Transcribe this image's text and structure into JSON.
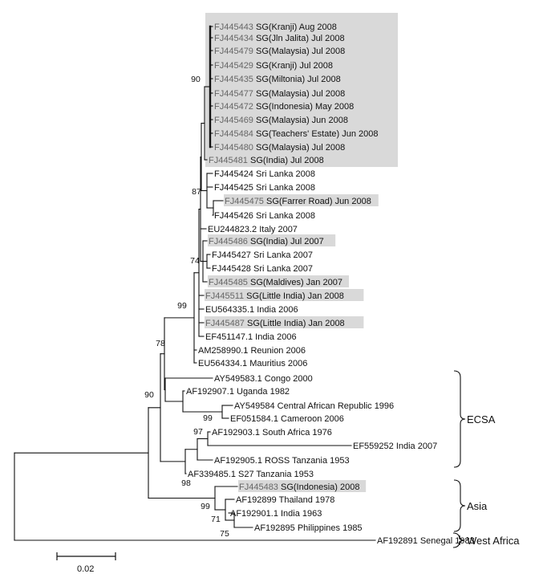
{
  "colors": {
    "highlight": "#d9d9d9",
    "line": "#111111",
    "text": "#111111",
    "highlight_accession": "#666666"
  },
  "leaves": [
    {
      "id": "FJ445443",
      "acc": "FJ445443",
      "label": "SG(Kranji) Aug 2008",
      "hl": true
    },
    {
      "id": "FJ445434",
      "acc": "FJ445434",
      "label": "SG(Jln Jalita) Jul 2008",
      "hl": true
    },
    {
      "id": "FJ445479",
      "acc": "FJ445479",
      "label": "SG(Malaysia) Jul 2008",
      "hl": true
    },
    {
      "id": "FJ445429",
      "acc": "FJ445429",
      "label": "SG(Kranji) Jul 2008",
      "hl": true
    },
    {
      "id": "FJ445435",
      "acc": "FJ445435",
      "label": "SG(Miltonia) Jul 2008",
      "hl": true
    },
    {
      "id": "FJ445477",
      "acc": "FJ445477",
      "label": "SG(Malaysia) Jul 2008",
      "hl": true
    },
    {
      "id": "FJ445472",
      "acc": "FJ445472",
      "label": "SG(Indonesia) May 2008",
      "hl": true
    },
    {
      "id": "FJ445469",
      "acc": "FJ445469",
      "label": "SG(Malaysia) Jun 2008",
      "hl": true
    },
    {
      "id": "FJ445484",
      "acc": "FJ445484",
      "label": "SG(Teachers' Estate) Jun 2008",
      "hl": true
    },
    {
      "id": "FJ445480",
      "acc": "FJ445480",
      "label": "SG(Malaysia) Jul 2008",
      "hl": true
    },
    {
      "id": "FJ445481",
      "acc": "FJ445481",
      "label": "SG(India) Jul 2008",
      "hl": true
    },
    {
      "id": "FJ445424",
      "acc": "FJ445424",
      "label": "Sri Lanka 2008",
      "hl": false
    },
    {
      "id": "FJ445425",
      "acc": "FJ445425",
      "label": "Sri Lanka 2008",
      "hl": false
    },
    {
      "id": "FJ445475",
      "acc": "FJ445475",
      "label": "SG(Farrer Road) Jun 2008",
      "hl": true
    },
    {
      "id": "FJ445426",
      "acc": "FJ445426",
      "label": "Sri Lanka 2008",
      "hl": false
    },
    {
      "id": "EU244823",
      "acc": "EU244823.2",
      "label": "Italy 2007",
      "hl": false
    },
    {
      "id": "FJ445486",
      "acc": "FJ445486",
      "label": "SG(India) Jul 2007",
      "hl": true
    },
    {
      "id": "FJ445427",
      "acc": "FJ445427",
      "label": "Sri Lanka 2007",
      "hl": false
    },
    {
      "id": "FJ445428",
      "acc": "FJ445428",
      "label": "Sri Lanka 2007",
      "hl": false
    },
    {
      "id": "FJ445485",
      "acc": "FJ445485",
      "label": "SG(Maldives) Jan 2007",
      "hl": true
    },
    {
      "id": "FJ445511",
      "acc": "FJ445511",
      "label": "SG(Little India) Jan 2008",
      "hl": true
    },
    {
      "id": "EU564335",
      "acc": "EU564335.1",
      "label": "India 2006",
      "hl": false
    },
    {
      "id": "FJ445487",
      "acc": "FJ445487",
      "label": "SG(Little India) Jan 2008",
      "hl": true
    },
    {
      "id": "EF451147",
      "acc": "EF451147.1",
      "label": "India 2006",
      "hl": false
    },
    {
      "id": "AM258990",
      "acc": "AM258990.1",
      "label": "Reunion 2006",
      "hl": false
    },
    {
      "id": "EU564334",
      "acc": "EU564334.1",
      "label": "Mauritius 2006",
      "hl": false
    },
    {
      "id": "AY549583",
      "acc": "AY549583.1",
      "label": "Congo 2000",
      "hl": false
    },
    {
      "id": "AF192907",
      "acc": "AF192907.1",
      "label": "Uganda 1982",
      "hl": false
    },
    {
      "id": "AY549584",
      "acc": "AY549584",
      "label": "Central African Republic 1996",
      "hl": false
    },
    {
      "id": "EF051584",
      "acc": "EF051584.1",
      "label": "Cameroon 2006",
      "hl": false
    },
    {
      "id": "AF192903",
      "acc": "AF192903.1",
      "label": "South Africa 1976",
      "hl": false
    },
    {
      "id": "EF559252",
      "acc": "EF559252",
      "label": "India 2007",
      "hl": false
    },
    {
      "id": "AF192905",
      "acc": "AF192905.1",
      "label": "ROSS Tanzania 1953",
      "hl": false
    },
    {
      "id": "AF339485",
      "acc": "AF339485.1",
      "label": "S27 Tanzania 1953",
      "hl": false
    },
    {
      "id": "FJ445483",
      "acc": "FJ445483",
      "label": "SG(Indonesia) 2008",
      "hl": true
    },
    {
      "id": "AF192899",
      "acc": "AF192899",
      "label": "Thailand 1978",
      "hl": false
    },
    {
      "id": "AF192901",
      "acc": "AF192901.1",
      "label": "India 1963",
      "hl": false
    },
    {
      "id": "AF192895",
      "acc": "AF192895",
      "label": "Philippines 1985",
      "hl": false
    },
    {
      "id": "AF192891",
      "acc": "AF192891",
      "label": "Senegal 1983",
      "hl": false
    }
  ],
  "bootstrap": [
    {
      "node": "n90a",
      "value": "90"
    },
    {
      "node": "n87",
      "value": "87"
    },
    {
      "node": "n74",
      "value": "74"
    },
    {
      "node": "n99a",
      "value": "99"
    },
    {
      "node": "n78",
      "value": "78"
    },
    {
      "node": "n90b",
      "value": "90"
    },
    {
      "node": "n99b",
      "value": "99"
    },
    {
      "node": "n97",
      "value": "97"
    },
    {
      "node": "n98",
      "value": "98"
    },
    {
      "node": "n99c",
      "value": "99"
    },
    {
      "node": "n71",
      "value": "71"
    },
    {
      "node": "n75",
      "value": "75"
    }
  ],
  "clades": [
    {
      "id": "ecsa",
      "label": "ECSA",
      "from": "AY549583",
      "to": "AF339485"
    },
    {
      "id": "asia",
      "label": "Asia",
      "from": "FJ445483",
      "to": "AF192895"
    },
    {
      "id": "westafrica",
      "label": "West Africa",
      "from": "AF192891",
      "to": "AF192891"
    }
  ],
  "scale_bar": {
    "label": "0.02",
    "value": 0.02
  }
}
